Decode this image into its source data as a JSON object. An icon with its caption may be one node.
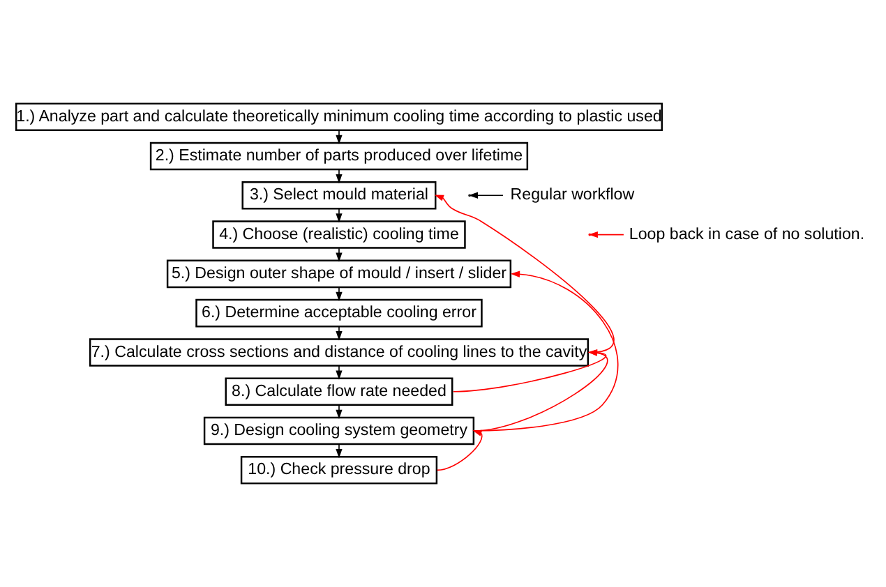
{
  "diagram": {
    "nodes": [
      {
        "text": [
          "1.) Analyze part and calculate theoretically minimum cooling time according to plastic used"
        ]
      },
      {
        "text": [
          "2.) Estimate number of parts produced over lifetime"
        ]
      },
      {
        "text": [
          "3.) Select mould material"
        ]
      },
      {
        "text": [
          "4.) Choose (realistic) cooling time"
        ]
      },
      {
        "text": [
          "5.) Design outer shape of mould / insert / slider"
        ]
      },
      {
        "text": [
          "6.) Determine acceptable cooling error"
        ]
      },
      {
        "text": [
          "7.) Calculate cross sections and distance of cooling lines to the cavity"
        ]
      },
      {
        "text": [
          "8.) Calculate flow rate needed"
        ]
      },
      {
        "text": [
          "9.) Design cooling system geometry"
        ]
      },
      {
        "text": [
          "10.) Check pressure drop"
        ]
      }
    ],
    "edges": [
      {
        "from": 0,
        "to": 1,
        "arrow": "to"
      },
      {
        "from": 1,
        "to": 2,
        "arrow": "to"
      },
      {
        "from": 2,
        "to": 3,
        "arrow": "to"
      },
      {
        "from": 3,
        "to": 4,
        "arrow": "to"
      },
      {
        "from": 4,
        "to": 5,
        "arrow": "to"
      },
      {
        "from": 5,
        "to": 6,
        "arrow": "to"
      },
      {
        "from": 6,
        "to": 7,
        "arrow": "to"
      },
      {
        "from": 7,
        "to": 8,
        "arrow": "to"
      },
      {
        "from": 8,
        "to": 9,
        "arrow": "to"
      },
      {
        "from": 6,
        "to": 2,
        "arrow": "to",
        "color": "#ff0000"
      },
      {
        "from": 7,
        "to": 6,
        "arrow": "to",
        "color": "#ff0000"
      },
      {
        "from": 8,
        "to": 6,
        "arrow": "to",
        "color": "#ff0000"
      },
      {
        "from": 8,
        "to": 4,
        "arrow": "to",
        "color": "#ff0000"
      },
      {
        "from": 9,
        "to": 8,
        "arrow": "to",
        "color": "#ff0000"
      }
    ],
    "legend": [
      {
        "text": "Regular workflow"
      },
      {
        "text": "Loop back in case of no solution."
      }
    ]
  }
}
